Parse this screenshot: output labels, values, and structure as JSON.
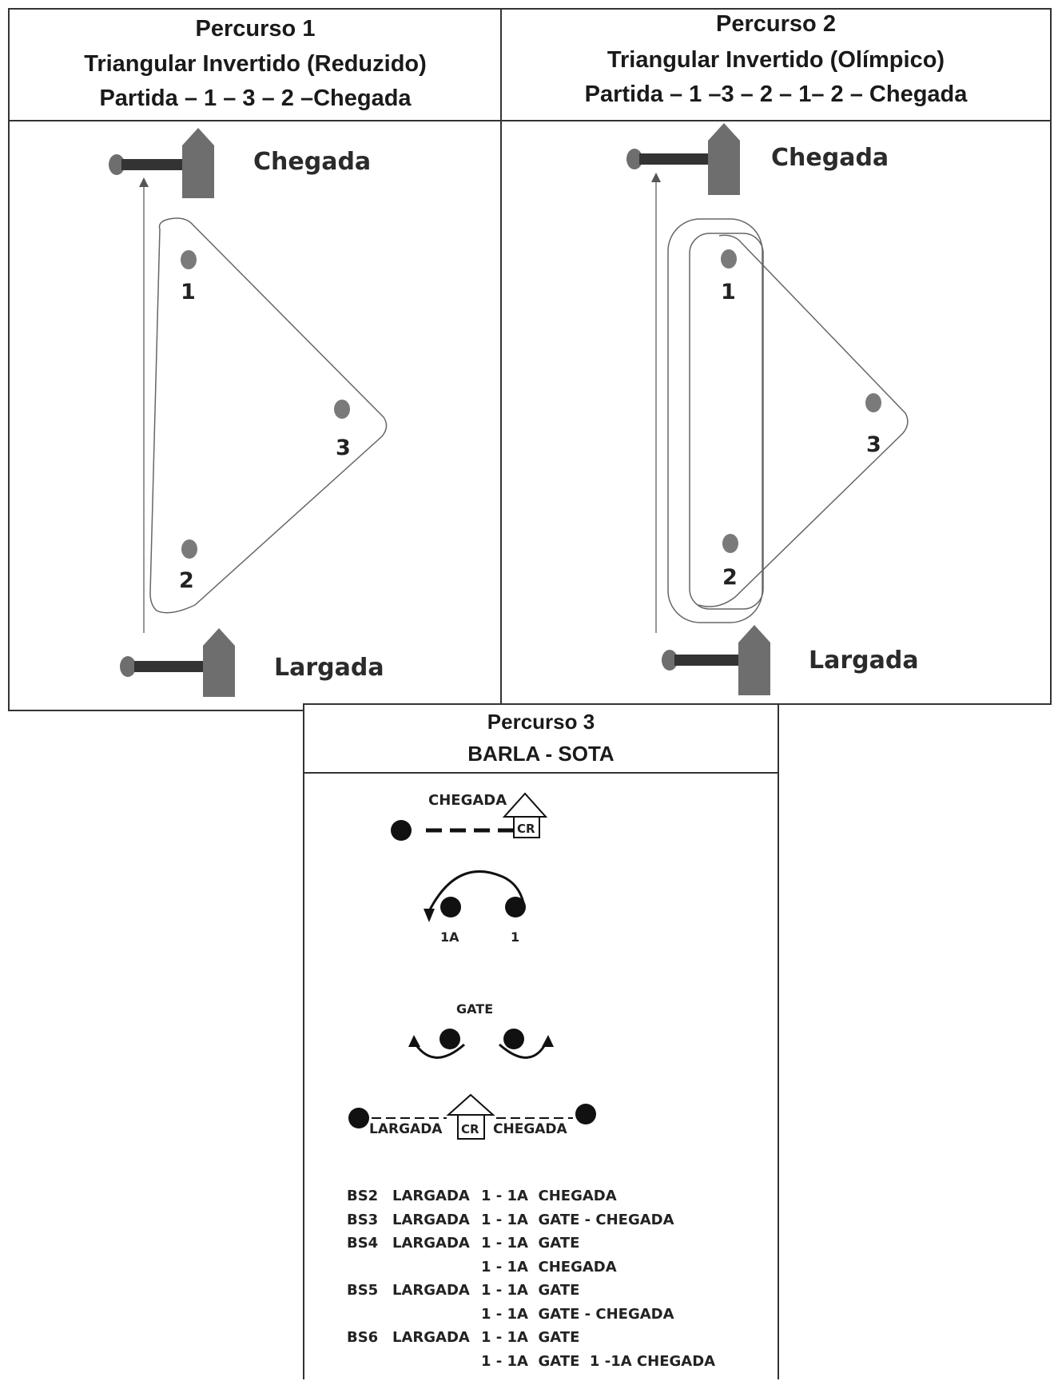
{
  "panel1": {
    "title": "Percurso 1",
    "subtitle": "Triangular Invertido (Reduzido)",
    "sequence": "Partida – 1 – 3 – 2 –Chegada",
    "finish_label": "Chegada",
    "start_label": "Largada",
    "marks": [
      "1",
      "3",
      "2"
    ]
  },
  "panel2": {
    "title": "Percurso 2",
    "subtitle": "Triangular Invertido (Olímpico)",
    "sequence": "Partida – 1 –3 – 2 – 1– 2 – Chegada",
    "finish_label": "Chegada",
    "start_label": "Largada",
    "marks": [
      "1",
      "3",
      "2"
    ]
  },
  "panel3": {
    "title": "Percurso 3",
    "subtitle": "BARLA - SOTA",
    "top_finish_label": "CHEGADA",
    "committee_label": "CR",
    "mark_1a": "1A",
    "mark_1": "1",
    "gate_label": "GATE",
    "start_label": "LARGADA",
    "finish_label": "CHEGADA",
    "sequences": [
      {
        "code": "BS2",
        "start": "LARGADA",
        "rest": "1 - 1A  CHEGADA"
      },
      {
        "code": "BS3",
        "start": "LARGADA",
        "rest": "1 - 1A  GATE - CHEGADA"
      },
      {
        "code": "BS4",
        "start": "LARGADA",
        "rest": "1 - 1A  GATE"
      },
      {
        "code": "",
        "start": "",
        "rest": "1 - 1A  CHEGADA"
      },
      {
        "code": "BS5",
        "start": "LARGADA",
        "rest": "1 - 1A  GATE"
      },
      {
        "code": "",
        "start": "",
        "rest": "1 - 1A  GATE - CHEGADA"
      },
      {
        "code": "BS6",
        "start": "LARGADA",
        "rest": "1 - 1A  GATE"
      },
      {
        "code": "",
        "start": "",
        "rest": "1 - 1A  GATE  1 -1A CHEGADA"
      }
    ]
  }
}
